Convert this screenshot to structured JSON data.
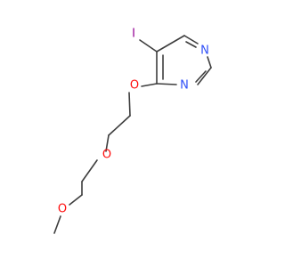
{
  "molecule": {
    "atoms": {
      "iodine": "I",
      "ring_nitrogen_1": "N",
      "ring_nitrogen_2": "N",
      "ether_oxygen_1": "O",
      "ether_oxygen_2": "O",
      "ether_oxygen_3": "O"
    },
    "colors": {
      "bond": "#3d3d3d",
      "iodine": "#940094",
      "nitrogen": "#3050f8",
      "oxygen": "#ff0d0d"
    }
  }
}
